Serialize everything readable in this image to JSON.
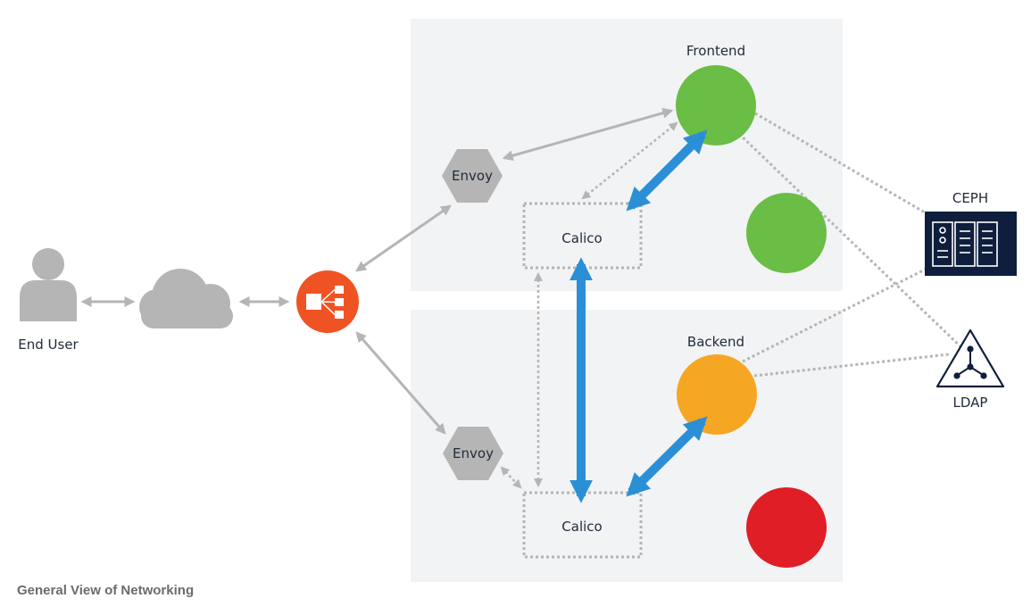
{
  "diagram": {
    "nodes": {
      "end_user": "End User",
      "envoy_top": "Envoy",
      "envoy_bottom": "Envoy",
      "calico_top": "Calico",
      "calico_bottom": "Calico",
      "frontend": "Frontend",
      "backend": "Backend",
      "ceph": "CEPH",
      "ldap": "LDAP"
    },
    "caption": "General View of Networking"
  },
  "colors": {
    "panel": "#f2f3f5",
    "grey": "#b5b5b5",
    "blue": "#2b8fd6",
    "green": "#6abd45",
    "orange": "#f5a623",
    "red": "#e01e25",
    "loadbalancer": "#f05323",
    "navy": "#0f1e3c"
  }
}
